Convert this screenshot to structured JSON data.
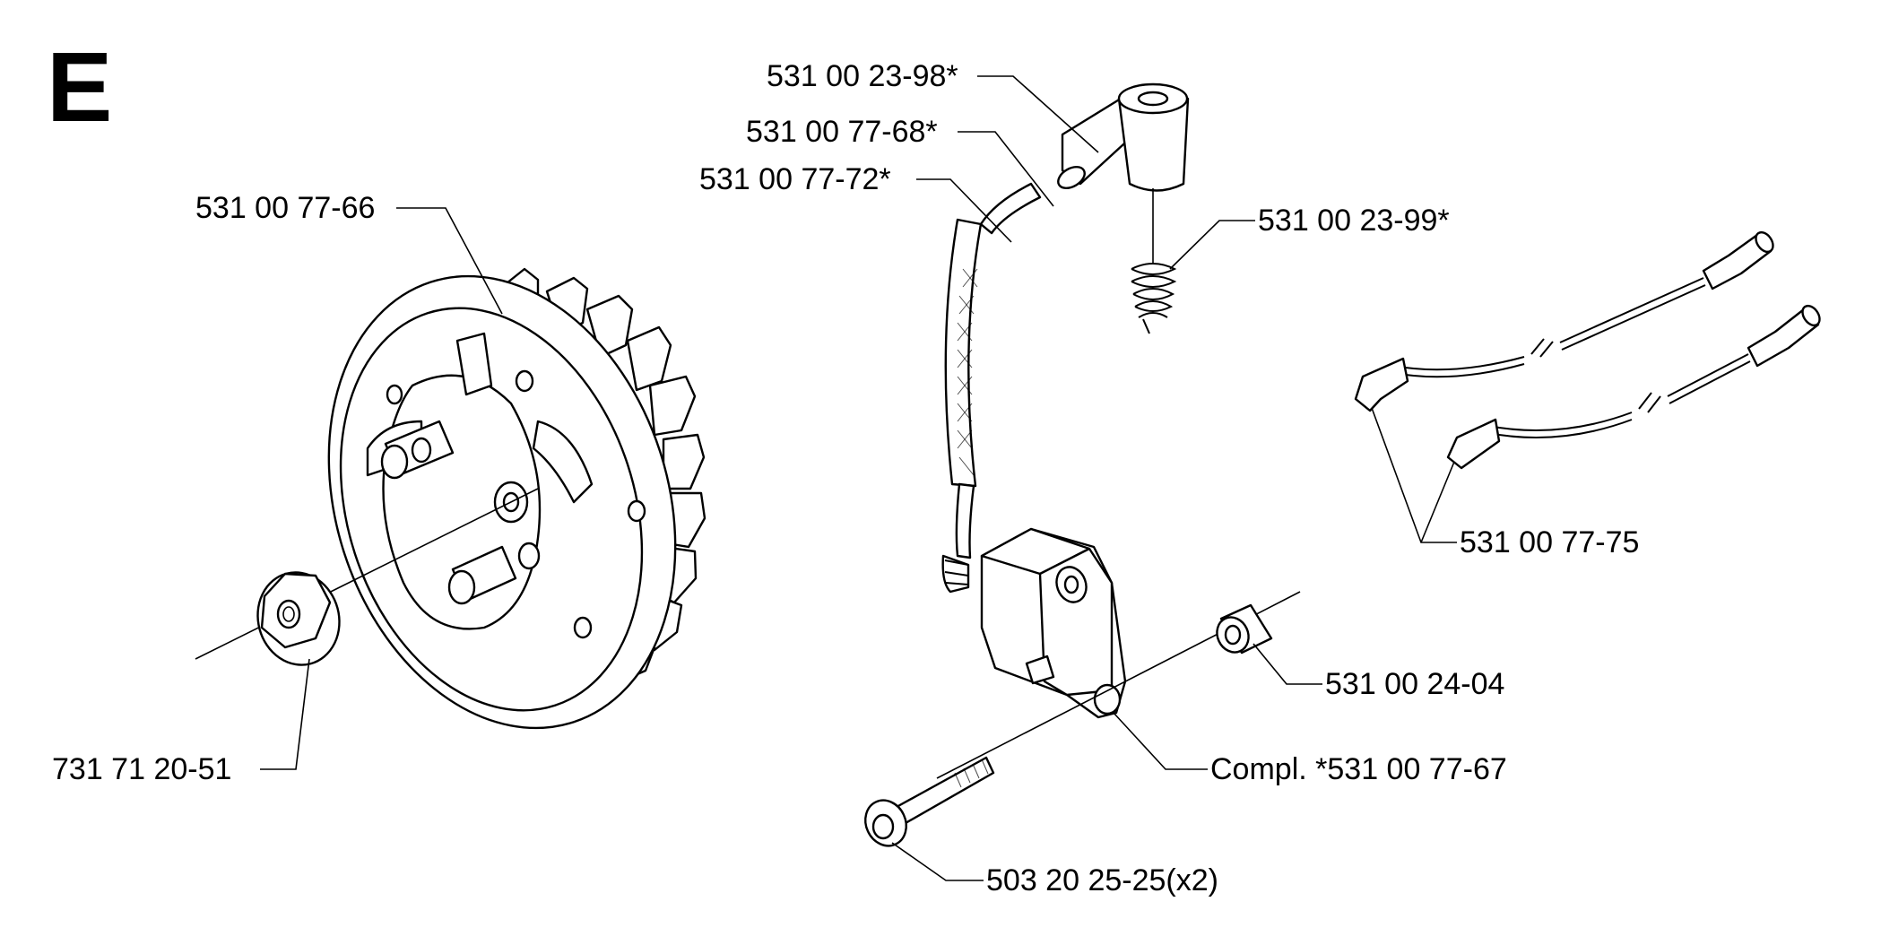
{
  "diagram": {
    "section_letter": "E",
    "labels": {
      "flywheel": "531 00 77-66",
      "nut": "731 71 20-51",
      "spark_plug_cap": "531 00 23-98*",
      "cap_insulator": "531 00 77-68*",
      "ignition_lead": "531 00 77-72*",
      "spring": "531 00 23-99*",
      "short_circuit_cables": "531 00 77-75",
      "spacer": "531 00 24-04",
      "ignition_module": "Compl. *531 00 77-67",
      "screw": "503 20 25-25(x2)"
    }
  }
}
